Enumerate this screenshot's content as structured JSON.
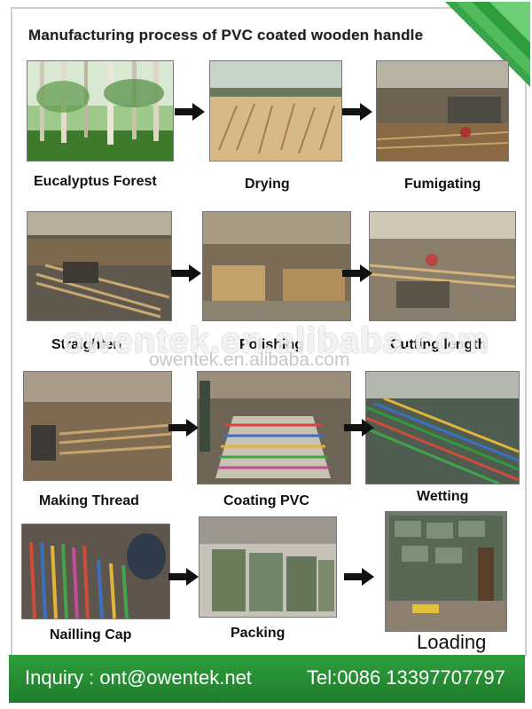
{
  "title": "Manufacturing process of PVC coated wooden handle",
  "steps": [
    {
      "label": "Eucalyptus Forest",
      "icon": "forest-photo"
    },
    {
      "label": "Drying",
      "icon": "drying-photo"
    },
    {
      "label": "Fumigating",
      "icon": "fumigating-photo"
    },
    {
      "label": "Straighten",
      "icon": "straighten-photo"
    },
    {
      "label": "Polishing",
      "icon": "polishing-photo"
    },
    {
      "label": "Cutting length",
      "icon": "cutting-photo"
    },
    {
      "label": "Making Thread",
      "icon": "thread-photo"
    },
    {
      "label": "Coating PVC",
      "icon": "coating-photo"
    },
    {
      "label": "Wetting",
      "icon": "wetting-photo"
    },
    {
      "label": "Nailling Cap",
      "icon": "cap-photo"
    },
    {
      "label": "Packing",
      "icon": "packing-photo"
    },
    {
      "label": "Loading",
      "icon": "loading-photo"
    }
  ],
  "watermark": {
    "main": "owentek.en.alibaba.com",
    "sub": "owentek.en.alibaba.com"
  },
  "footer": {
    "inquiry": "Inquiry : ont@owentek.net",
    "tel": "Tel:0086 13397707797"
  },
  "colors": {
    "brand_green": "#2e9e3c",
    "arrow": "#111111"
  }
}
